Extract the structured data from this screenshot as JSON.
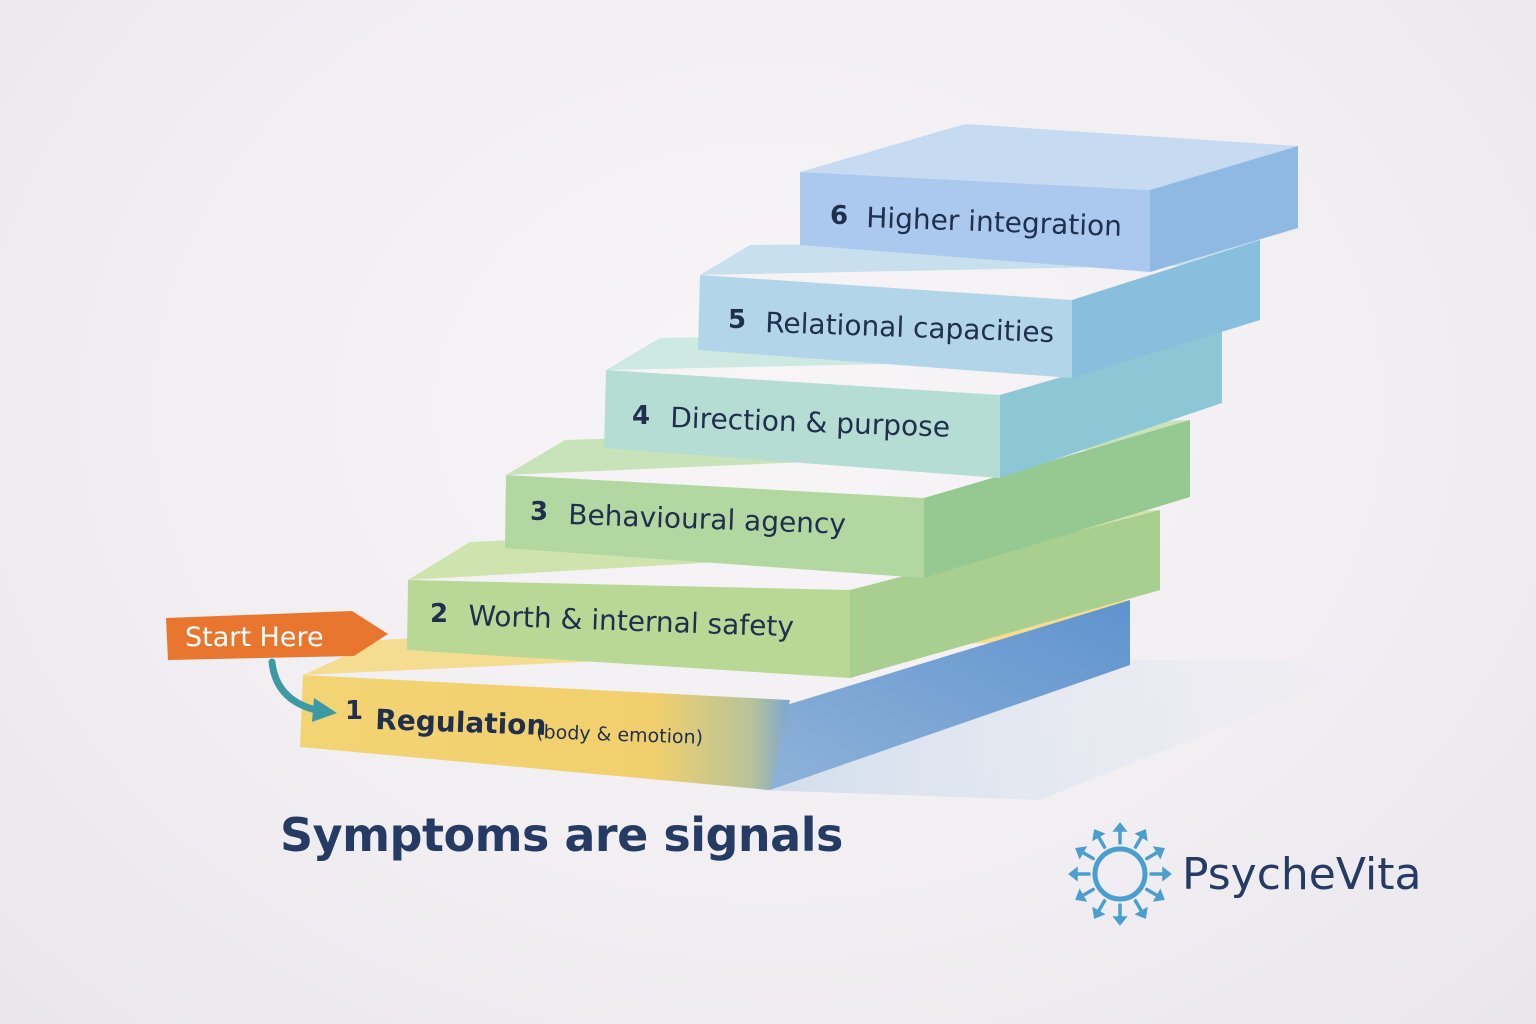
{
  "start_tag": {
    "label": "Start Here",
    "color": "#e8762f"
  },
  "steps": [
    {
      "number": "1",
      "label": "Regulation",
      "sublabel": "(body & emotion)",
      "colors": {
        "top": "#f3d88c",
        "front": "#f2d170",
        "side": "#6d9ed2"
      }
    },
    {
      "number": "2",
      "label": "Worth & internal safety",
      "colors": {
        "top": "#c9dfa8",
        "front": "#b6d694",
        "side": "#9ccb88"
      }
    },
    {
      "number": "3",
      "label": "Behavioural agency",
      "colors": {
        "top": "#c4e0b6",
        "front": "#b0d69f",
        "side": "#92c48d"
      }
    },
    {
      "number": "4",
      "label": "Direction & purpose",
      "colors": {
        "top": "#c8e6df",
        "front": "#b4dcd2",
        "side": "#8cc6d4"
      }
    },
    {
      "number": "5",
      "label": "Relational capacities",
      "colors": {
        "top": "#c4ddec",
        "front": "#b0d3e9",
        "side": "#86bddc"
      }
    },
    {
      "number": "6",
      "label": "Higher integration",
      "colors": {
        "top": "#c0d6f0",
        "front": "#aac8ee",
        "side": "#8fb9e2"
      }
    }
  ],
  "tagline": "Symptoms are signals",
  "brand": {
    "name": "PsycheVita",
    "logo_icon": "sun-ring-icon",
    "color": "#4a9ed0"
  },
  "arrow_color": "#3d9aa5",
  "text_color": "#263b63"
}
